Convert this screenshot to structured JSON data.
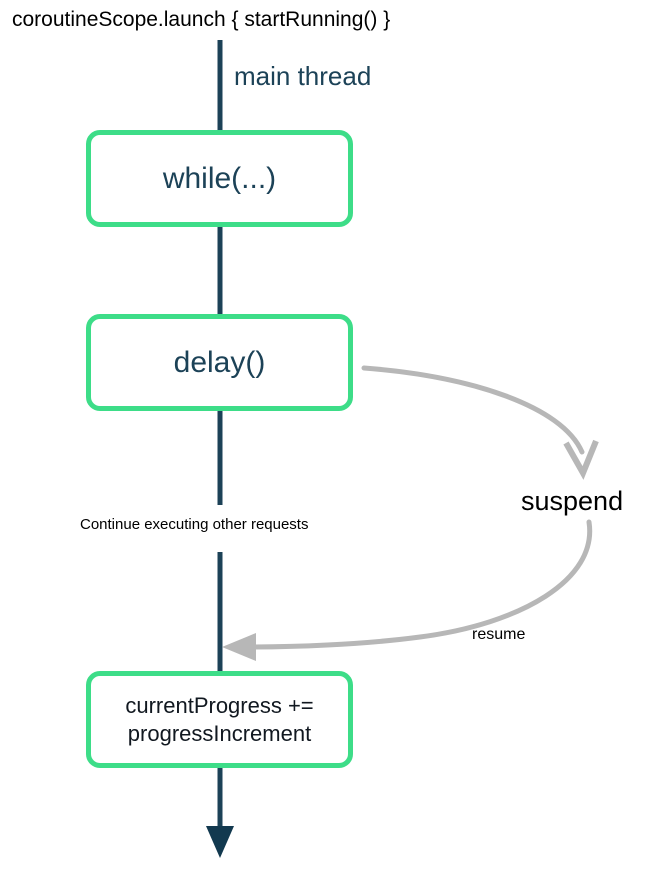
{
  "diagram": {
    "title": "coroutineScope.launch { startRunning() }",
    "lifeline_label": "main thread",
    "continue_caption": "Continue executing other requests",
    "colors": {
      "node_border_green": "#3ddd88",
      "lifeline_navy": "#1c4257",
      "edge_gray": "#b7b7b7",
      "text_black": "#000000",
      "background": "#ffffff"
    },
    "nodes": [
      {
        "id": "while",
        "label": "while(...)"
      },
      {
        "id": "delay",
        "label": "delay()"
      },
      {
        "id": "progress",
        "label_line1": "currentProgress +=",
        "label_line2": "progressIncrement"
      }
    ],
    "edges": [
      {
        "id": "suspend",
        "label": "suspend",
        "from": "delay",
        "direction": "right-down"
      },
      {
        "id": "resume",
        "label": "resume",
        "to": "main-thread",
        "direction": "left"
      }
    ],
    "icons": {
      "suspend_arrow": "arrow-down-icon",
      "resume_arrow": "arrow-left-icon",
      "flow_arrow": "arrow-down-icon"
    }
  }
}
